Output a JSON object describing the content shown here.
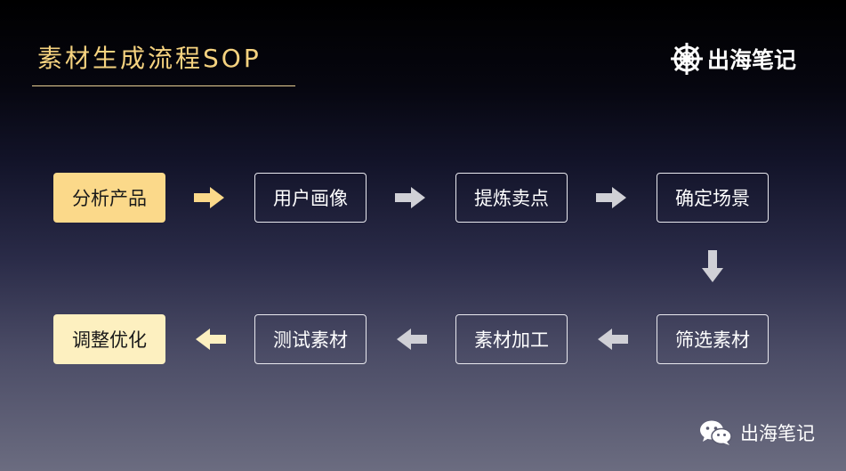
{
  "header": {
    "title": "素材生成流程SOP"
  },
  "logo": {
    "text": "出海笔记",
    "icon": "ship-wheel-icon"
  },
  "flow": {
    "row1": [
      "分析产品",
      "用户画像",
      "提炼卖点",
      "确定场景"
    ],
    "row2": [
      "调整优化",
      "测试素材",
      "素材加工",
      "筛选素材"
    ]
  },
  "footer": {
    "text": "出海笔记",
    "icon": "wechat-icon"
  },
  "colors": {
    "title": "#f5d27f",
    "highlight_start": "#fbd98a",
    "highlight_end": "#fdf0c0",
    "arrow_highlight": "#fbd98a",
    "arrow_gray": "#d0d0d6"
  }
}
